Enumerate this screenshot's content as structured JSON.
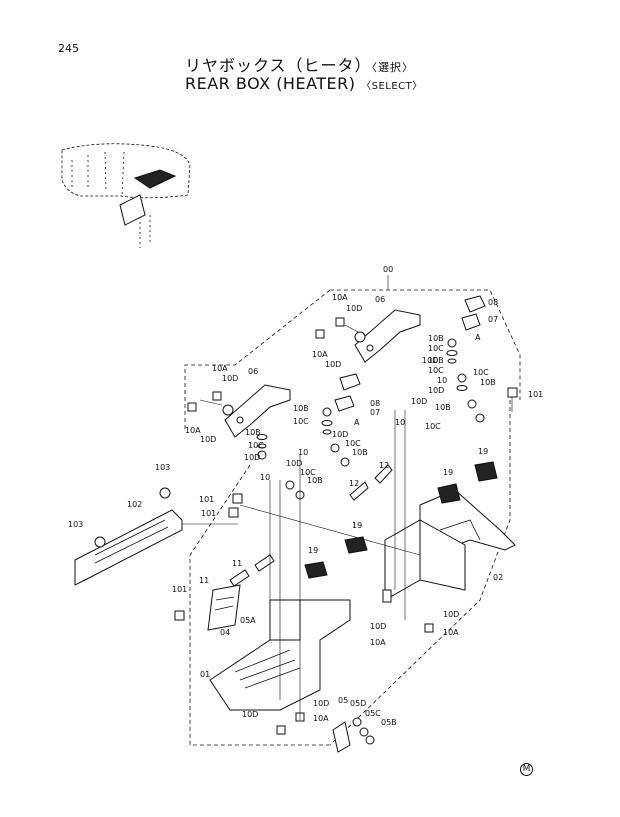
{
  "page_number": "245",
  "title_jp": "リヤボックス（ヒータ）",
  "title_jp_note": "〈選択〉",
  "title_en": "REAR BOX (HEATER)",
  "title_en_note": "〈SELECT〉",
  "footer_mark": "M",
  "labels": {
    "l00": "00",
    "l01": "01",
    "l02": "02",
    "l04": "04",
    "l05": "05",
    "l05A": "05A",
    "l05B": "05B",
    "l05C": "05C",
    "l05D": "05D",
    "l06a": "06",
    "l06b": "06",
    "l07a": "07",
    "l07b": "07",
    "l08a": "08",
    "l08b": "08",
    "l10a": "10",
    "l10b": "10",
    "l10c": "10",
    "l10d": "10",
    "l10A_1": "10A",
    "l10A_2": "10A",
    "l10A_3": "10A",
    "l10A_4": "10A",
    "l10A_5": "10A",
    "l10A_6": "10A",
    "l10A_7": "10A",
    "l10B_1": "10B",
    "l10B_2": "10B",
    "l10B_3": "10B",
    "l10B_4": "10B",
    "l10B_5": "10B",
    "l10B_6": "10B",
    "l10B_7": "10B",
    "l10B_8": "10B",
    "l10C_1": "10C",
    "l10C_2": "10C",
    "l10C_3": "10C",
    "l10C_4": "10C",
    "l10C_5": "10C",
    "l10C_6": "10C",
    "l10C_7": "10C",
    "l10C_8": "10C",
    "l10D_1": "10D",
    "l10D_2": "10D",
    "l10D_3": "10D",
    "l10D_4": "10D",
    "l10D_5": "10D",
    "l10D_6": "10D",
    "l10D_7": "10D",
    "l10D_8": "10D",
    "l10D_9": "10D",
    "l10D_10": "10D",
    "l10D_11": "10D",
    "l10D_12": "10D",
    "l10D_13": "10D",
    "l10D_14": "10D",
    "l11a": "11",
    "l11b": "11",
    "l12a": "12",
    "l12b": "12",
    "l19a": "19",
    "l19b": "19",
    "l19c": "19",
    "l19d": "19",
    "l101a": "101",
    "l101b": "101",
    "l101c": "101",
    "l101d": "101",
    "l102": "102",
    "l103a": "103",
    "l103b": "103",
    "lAa": "A",
    "lAb": "A"
  }
}
